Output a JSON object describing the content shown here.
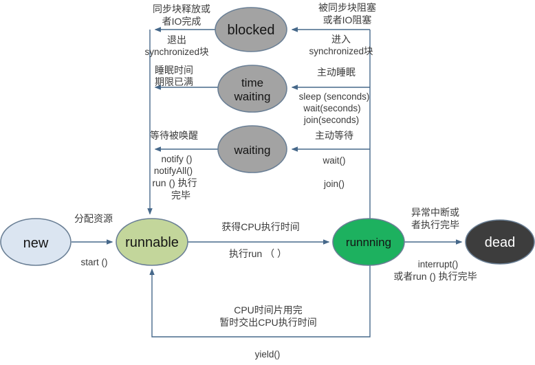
{
  "diagram_title": "java-thread-state-diagram",
  "colors": {
    "connector": "#46688a",
    "ellipse_stroke": "#6a7f95",
    "gray_fill": "#a3a3a3",
    "new_fill": "#dbe5f1",
    "runnable_fill": "#c3d69b",
    "running_fill": "#1db15f",
    "dead_fill": "#3d3d3d",
    "label_color": "#3a3a3a",
    "state_label_color": "#141414",
    "dead_label_color": "#ffffff"
  },
  "states": {
    "new": "new",
    "runnable": "runnable",
    "running": "runnning",
    "dead": "dead",
    "blocked": "blocked",
    "time_waiting_line1": "time",
    "time_waiting_line2": "waiting",
    "waiting": "waiting"
  },
  "labels": {
    "sync_release_1": "同步块释放或",
    "sync_release_2": "者IO完成",
    "exit_sync_1": "退出",
    "exit_sync_2": "synchronized块",
    "blocked_by_1": "被同步块阻塞",
    "blocked_by_2": "或者IO阻塞",
    "enter_sync_1": "进入",
    "enter_sync_2": "synchronized块",
    "sleep_expired_1": "睡眠时间",
    "sleep_expired_2": "期限已满",
    "active_sleep": "主动睡眠",
    "sleep_call": "sleep (senconds)",
    "wait_seconds_call": "wait(seconds)",
    "join_seconds_call": "join(seconds)",
    "wake_up": "等待被唤醒",
    "notify_call": "notify ()",
    "notify_all_call": "notifyAll()",
    "run_done_1": "run () 执行",
    "run_done_2": "完毕",
    "active_wait": "主动等待",
    "wait_call": "wait()",
    "join_call": "join()",
    "allocate": "分配资源",
    "start_call": "start ()",
    "get_cpu": "获得CPU执行时间",
    "exec_run": "执行run （ ）",
    "abnormal_1": "异常中断或",
    "abnormal_2": "者执行完毕",
    "interrupt_call": "interrupt()",
    "or_run_done": "或者run () 执行完毕",
    "cpu_slice_1": "CPU时间片用完",
    "cpu_slice_2": "暂时交出CPU执行时间",
    "yield_call": "yield()"
  }
}
